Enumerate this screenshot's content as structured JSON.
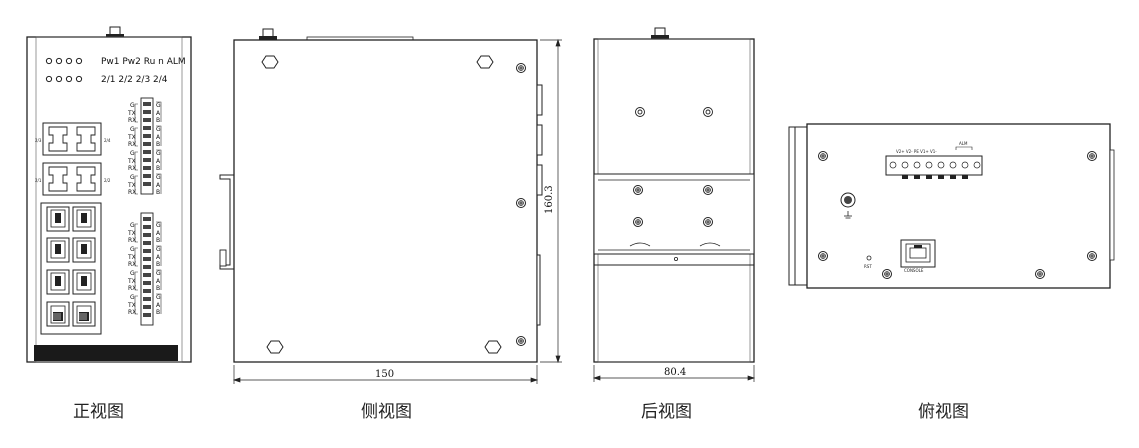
{
  "views": {
    "front": {
      "caption": "正视图",
      "led_row1": "Pw1 Pw2 Ru n ALM",
      "led_row2": "2/1  2/2  2/3  2/4",
      "sfp_top_left": "2/3",
      "sfp_top_right": "2/4",
      "sfp_bot_left": "2/1",
      "sfp_bot_right": "2/2",
      "terminal_labels": [
        "G",
        "TX",
        "RX",
        "G",
        "A",
        "B"
      ]
    },
    "side": {
      "caption": "侧视图",
      "width_dim": "150",
      "height_dim": "160.3"
    },
    "back": {
      "caption": "后视图",
      "width_dim": "80.4"
    },
    "top": {
      "caption": "俯视图",
      "terminal_labels": "V2+  V2-  PE  V1+  V1-",
      "alarm_label": "ALM",
      "console_label": "CONSOLE",
      "reset_label": "RST"
    }
  }
}
